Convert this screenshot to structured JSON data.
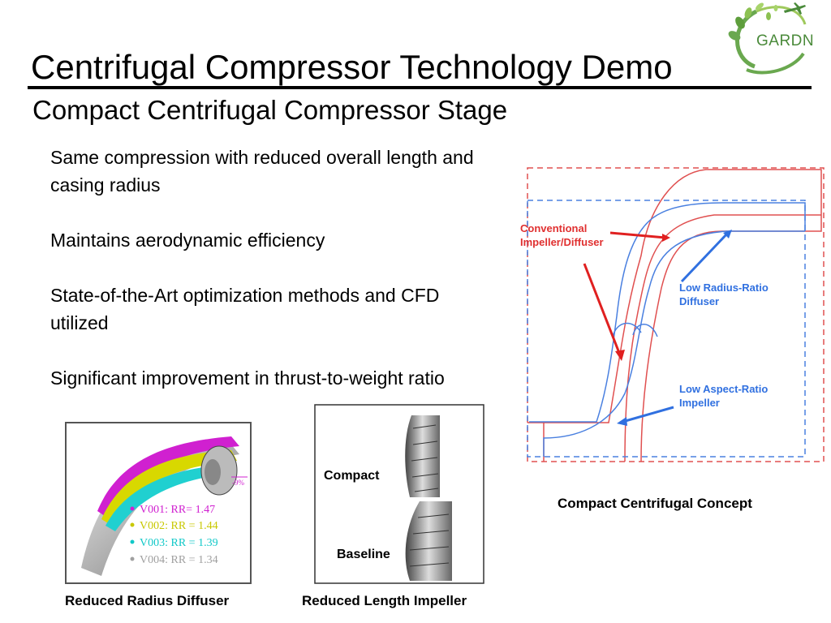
{
  "header": {
    "title": "Centrifugal Compressor Technology Demo",
    "subtitle": "Compact Centrifugal Compressor Stage"
  },
  "logo": {
    "text": "GARDN",
    "icon": "leaf-and-plane-logo",
    "color": "#4a8a3a"
  },
  "bullets": [
    "Same compression with reduced overall length and casing radius",
    "Maintains aerodynamic efficiency",
    "State-of-the-Art optimization methods and CFD utilized",
    "Significant improvement in thrust-to-weight ratio"
  ],
  "diffuser_figure": {
    "caption": "Reduced Radius Diffuser",
    "annotation": "-9%",
    "legend": [
      {
        "text": "V001: RR=  1.47",
        "color": "#d020d0"
      },
      {
        "text": "V002: RR = 1.44",
        "color": "#c8c800"
      },
      {
        "text": "V003: RR = 1.39",
        "color": "#10c8c8"
      },
      {
        "text": "V004: RR = 1.34",
        "color": "#a0a0a0"
      }
    ]
  },
  "impeller_figure": {
    "caption": "Reduced Length Impeller",
    "compact_label": "Compact",
    "baseline_label": "Baseline"
  },
  "concept_figure": {
    "caption": "Compact Centrifugal Concept",
    "label_conventional": "Conventional Impeller/Diffuser",
    "label_radius": "Low Radius-Ratio Diffuser",
    "label_aspect": "Low Aspect-Ratio Impeller",
    "colors": {
      "conventional": "#e03030",
      "compact": "#3070e0"
    }
  }
}
